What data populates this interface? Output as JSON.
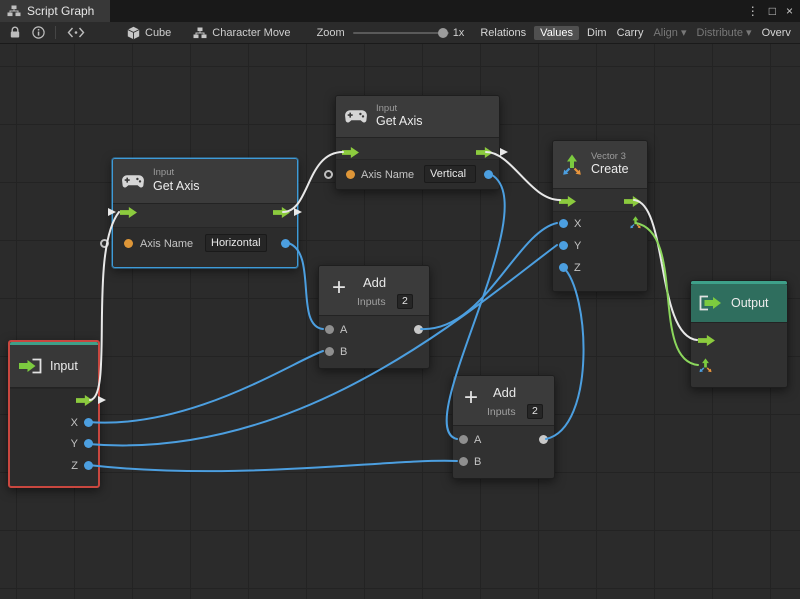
{
  "window": {
    "tab_title": "Script Graph",
    "more_icon": "⋮",
    "maximize_icon": "□",
    "close_icon": "×"
  },
  "toolbar": {
    "cube_label": "Cube",
    "character_label": "Character Move",
    "zoom_label": "Zoom",
    "zoom_value": "1x",
    "relations_label": "Relations",
    "values_label": "Values",
    "dim_label": "Dim",
    "carry_label": "Carry",
    "align_label": "Align",
    "distribute_label": "Distribute",
    "overview_label": "Overv",
    "dropdown_arrow": "▾"
  },
  "graph": {
    "nodes": {
      "get_axis_horizontal": {
        "category": "Input",
        "title": "Get Axis",
        "param_label": "Axis Name",
        "param_value": "Horizontal",
        "selected": true
      },
      "get_axis_vertical": {
        "category": "Input",
        "title": "Get Axis",
        "param_label": "Axis Name",
        "param_value": "Vertical",
        "selected": false
      },
      "add_1": {
        "plus_icon": "+",
        "title": "Add",
        "inputs_label": "Inputs",
        "inputs_value": "2",
        "port_a_label": "A",
        "port_b_label": "B"
      },
      "add_2": {
        "plus_icon": "+",
        "title": "Add",
        "inputs_label": "Inputs",
        "inputs_value": "2",
        "port_a_label": "A",
        "port_b_label": "B"
      },
      "vector3_create": {
        "category": "Vector 3",
        "title": "Create",
        "port_x_label": "X",
        "port_y_label": "Y",
        "port_z_label": "Z"
      },
      "graph_input": {
        "title": "Input",
        "port_x_label": "X",
        "port_y_label": "Y",
        "port_z_label": "Z",
        "selected_error": true
      },
      "graph_output": {
        "title": "Output"
      }
    },
    "edges": [
      {
        "type": "flow",
        "from": "graph_input.exit",
        "to": "get_axis_horizontal.enter"
      },
      {
        "type": "flow",
        "from": "get_axis_horizontal.exit",
        "to": "get_axis_vertical.enter"
      },
      {
        "type": "flow",
        "from": "get_axis_vertical.exit",
        "to": "vector3_create.enter"
      },
      {
        "type": "flow",
        "from": "vector3_create.exit",
        "to": "graph_output.enter"
      },
      {
        "type": "vector3",
        "from": "vector3_create.result",
        "to": "graph_output.value"
      },
      {
        "type": "float",
        "from": "get_axis_horizontal.result",
        "to": "add_1.a"
      },
      {
        "type": "float",
        "from": "graph_input.x",
        "to": "add_1.b"
      },
      {
        "type": "float",
        "from": "add_1.sum",
        "to": "vector3_create.x"
      },
      {
        "type": "float",
        "from": "graph_input.y",
        "to": "vector3_create.y"
      },
      {
        "type": "float",
        "from": "get_axis_vertical.result",
        "to": "add_2.a"
      },
      {
        "type": "float",
        "from": "graph_input.z",
        "to": "add_2.b"
      },
      {
        "type": "float",
        "from": "add_2.sum",
        "to": "vector3_create.z"
      }
    ],
    "colors": {
      "flow_wire": "#E8E8E8",
      "float_wire": "#4C9FE0",
      "vector3_wire": "#8BD65C",
      "selection_border": "#3E9BD8",
      "error_border": "#C9473F",
      "output_header": "#2F6E5E",
      "accent_green": "#8CCB3E"
    }
  }
}
